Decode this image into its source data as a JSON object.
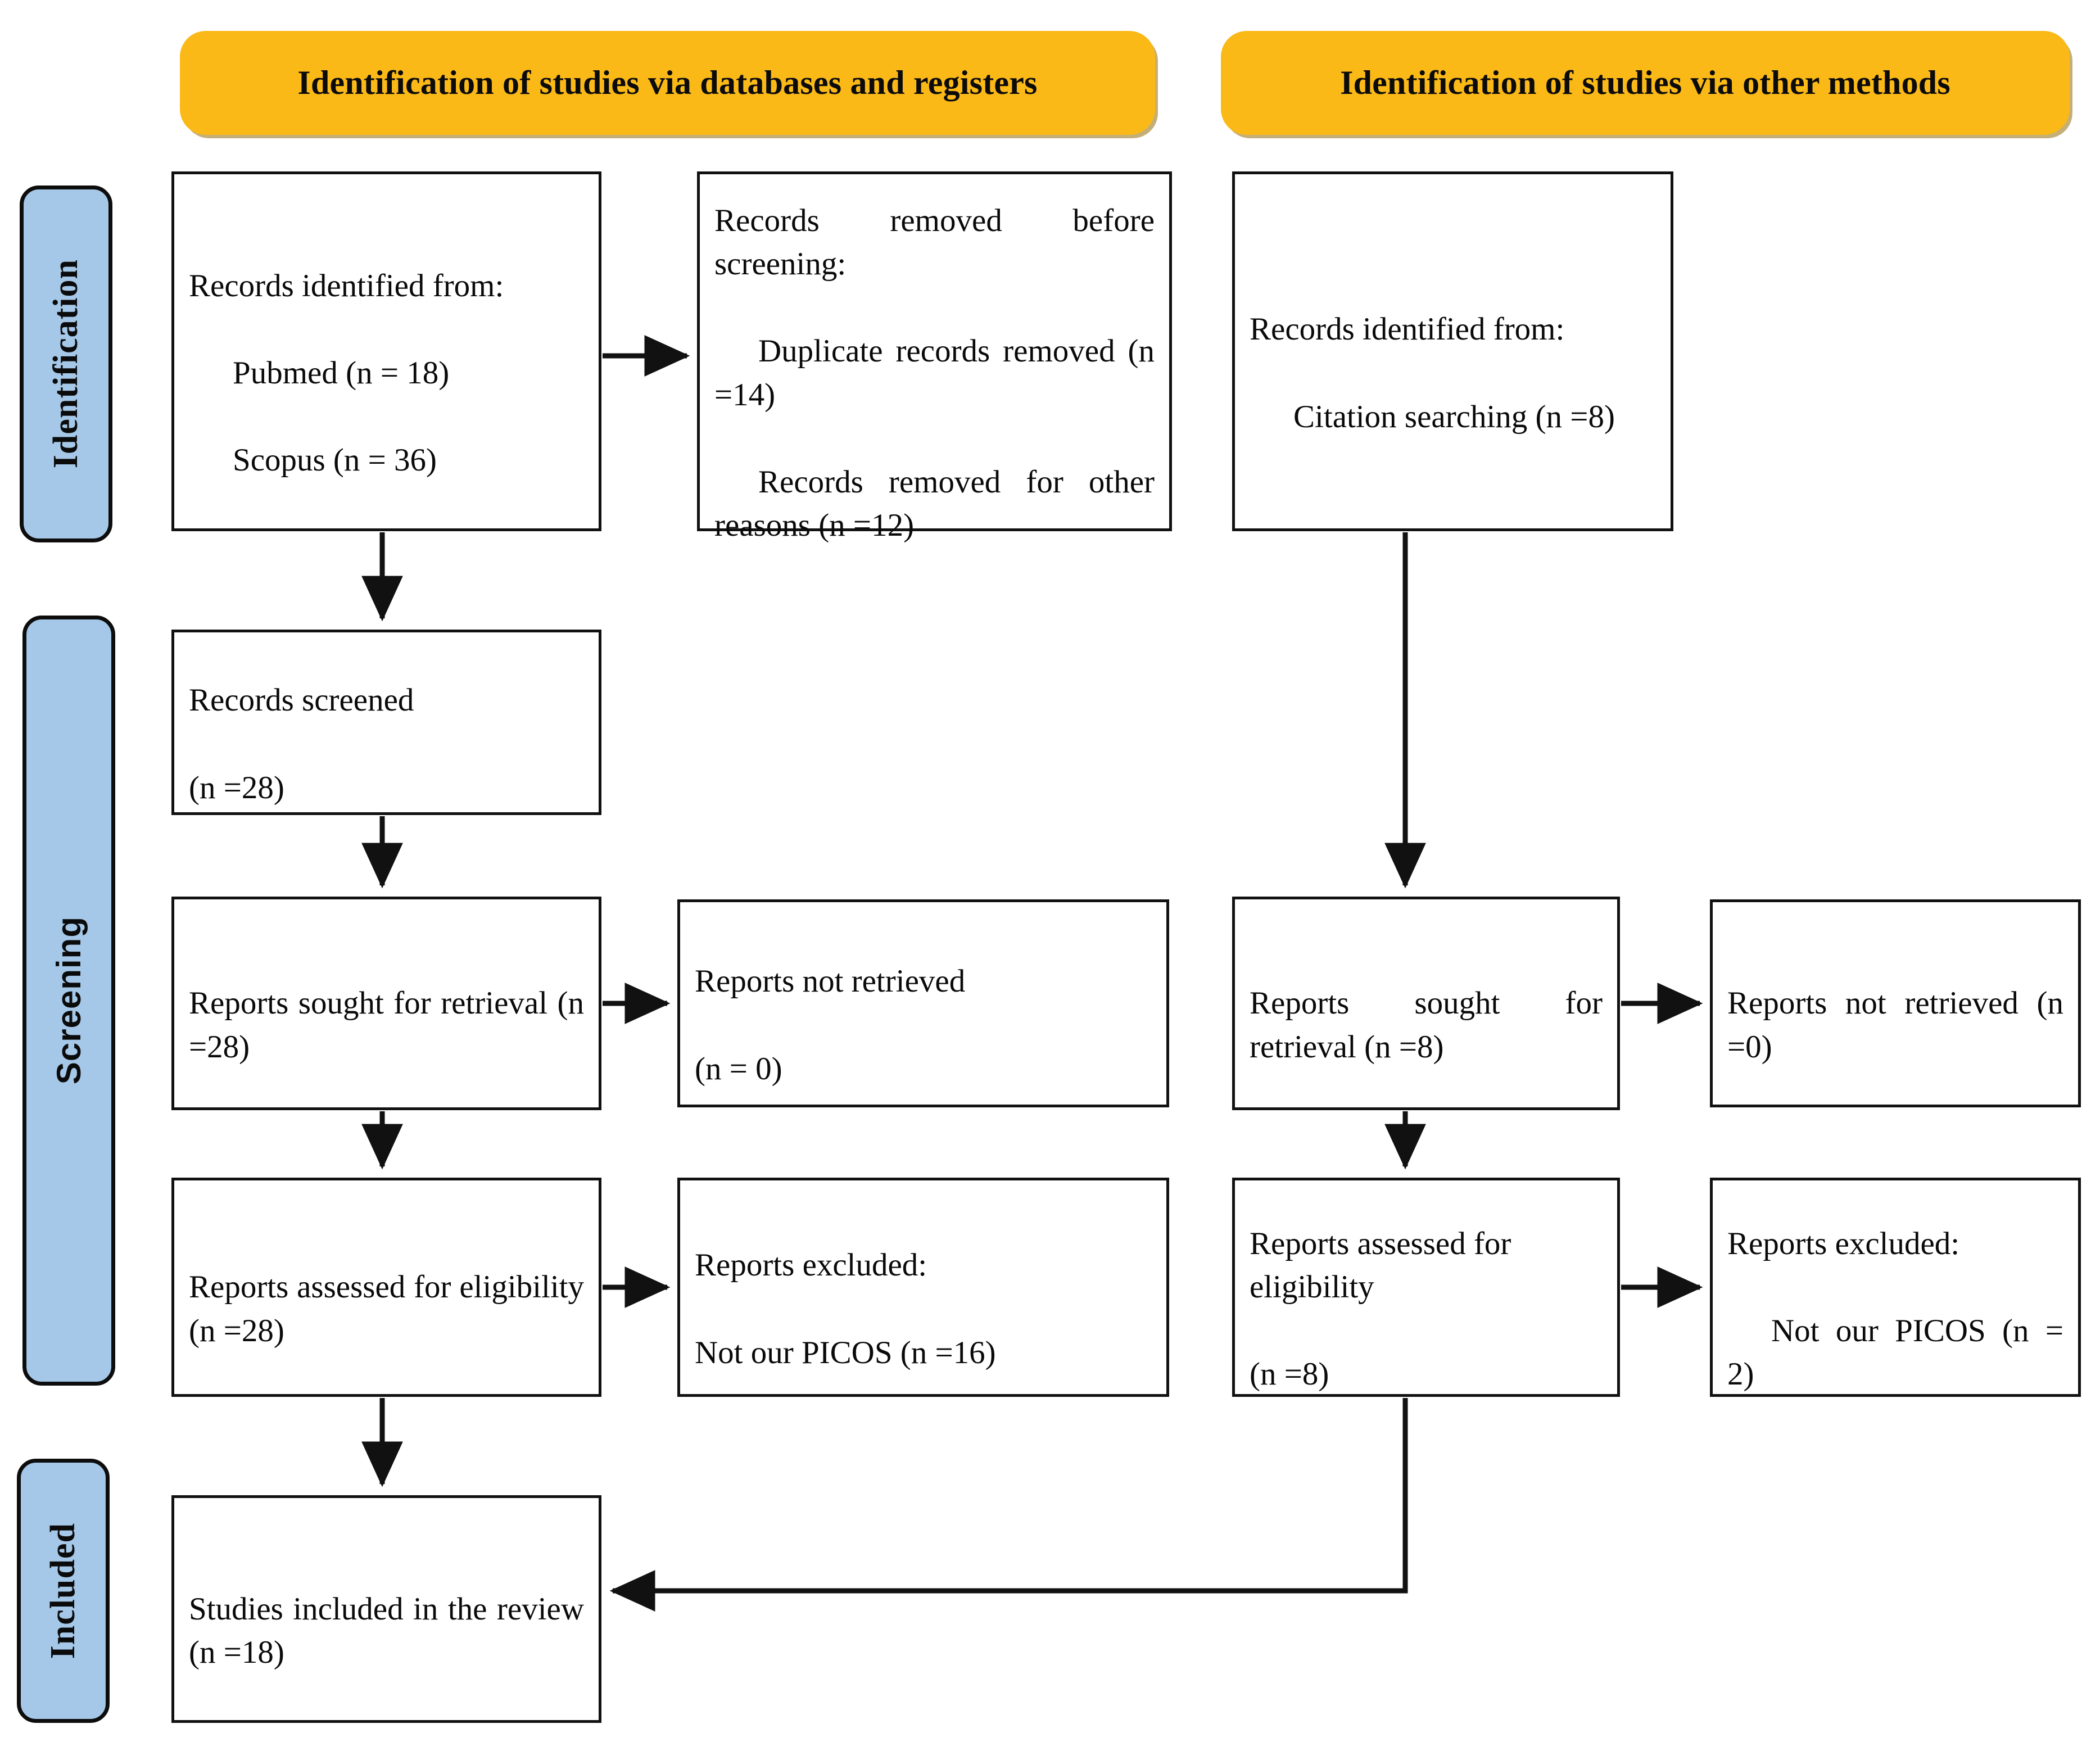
{
  "banners": [
    {
      "id": "databases",
      "label": "Identification of studies via databases and registers"
    },
    {
      "id": "other",
      "label": "Identification of studies via other methods"
    }
  ],
  "stages": [
    {
      "id": "identification",
      "label": "Identification"
    },
    {
      "id": "screening",
      "label": "Screening"
    },
    {
      "id": "included",
      "label": "Included"
    }
  ],
  "boxes": {
    "records_identified_db": {
      "line1": "Records identified from:",
      "line2": "Pubmed (n = 18)",
      "line3": "Scopus (n = 36)"
    },
    "records_removed": {
      "line1": "Records removed before screening:",
      "line2": "Duplicate records removed (n =14)",
      "line3": "Records removed for other reasons (n =12)"
    },
    "records_identified_other": {
      "line1": "Records identified from:",
      "line2": "Citation searching (n =8)"
    },
    "records_screened": {
      "line1": "Records screened",
      "line2": "(n =28)"
    },
    "reports_sought_db": {
      "line1": "Reports sought for retrieval (n =28)"
    },
    "reports_not_retrieved_db": {
      "line1": "Reports not retrieved",
      "line2": "(n = 0)"
    },
    "reports_sought_other": {
      "line1": "Reports sought for retrieval (n =8)"
    },
    "reports_not_retrieved_other": {
      "line1": "Reports not retrieved (n =0)"
    },
    "reports_assessed_db": {
      "line1": "Reports assessed for eligibility  (n =28)"
    },
    "reports_excluded_db": {
      "line1": "Reports excluded:",
      "line2": "Not our PICOS (n =16)"
    },
    "reports_assessed_other": {
      "line1": "Reports assessed for eligibility",
      "line2": "(n =8)"
    },
    "reports_excluded_other": {
      "line1": "Reports excluded:",
      "line2": "Not our PICOS (n = 2)"
    },
    "studies_included": {
      "line1": "Studies included in the review (n =18)"
    }
  },
  "colors": {
    "banner_fill": "#FBB917",
    "stage_chip_fill": "#A6C8E8",
    "box_border": "#111111",
    "text": "#0a0a0a",
    "connector": "#111111"
  },
  "chart_data": {
    "type": "diagram",
    "title": "PRISMA 2020 flow diagram",
    "nodes": [
      {
        "id": "records_identified_db",
        "stage": "Identification",
        "column": "databases",
        "n": {
          "Pubmed": 18,
          "Scopus": 36
        }
      },
      {
        "id": "records_removed",
        "stage": "Identification",
        "column": "databases",
        "n": {
          "duplicates_removed": 14,
          "other_reasons_removed": 12
        }
      },
      {
        "id": "records_identified_other",
        "stage": "Identification",
        "column": "other",
        "n": {
          "citation_searching": 8
        }
      },
      {
        "id": "records_screened",
        "stage": "Screening",
        "column": "databases",
        "n": 28
      },
      {
        "id": "reports_sought_db",
        "stage": "Screening",
        "column": "databases",
        "n": 28
      },
      {
        "id": "reports_not_retrieved_db",
        "stage": "Screening",
        "column": "databases",
        "n": 0
      },
      {
        "id": "reports_assessed_db",
        "stage": "Screening",
        "column": "databases",
        "n": 28
      },
      {
        "id": "reports_excluded_db",
        "stage": "Screening",
        "column": "databases",
        "n": 16
      },
      {
        "id": "reports_sought_other",
        "stage": "Screening",
        "column": "other",
        "n": 8
      },
      {
        "id": "reports_not_retrieved_other",
        "stage": "Screening",
        "column": "other",
        "n": 0
      },
      {
        "id": "reports_assessed_other",
        "stage": "Screening",
        "column": "other",
        "n": 8
      },
      {
        "id": "reports_excluded_other",
        "stage": "Screening",
        "column": "other",
        "n": 2
      },
      {
        "id": "studies_included",
        "stage": "Included",
        "column": "databases",
        "n": 18
      }
    ],
    "edges": [
      {
        "from": "records_identified_db",
        "to": "records_removed",
        "dir": "right"
      },
      {
        "from": "records_identified_db",
        "to": "records_screened",
        "dir": "down"
      },
      {
        "from": "records_screened",
        "to": "reports_sought_db",
        "dir": "down"
      },
      {
        "from": "reports_sought_db",
        "to": "reports_not_retrieved_db",
        "dir": "right"
      },
      {
        "from": "reports_sought_db",
        "to": "reports_assessed_db",
        "dir": "down"
      },
      {
        "from": "reports_assessed_db",
        "to": "reports_excluded_db",
        "dir": "right"
      },
      {
        "from": "reports_assessed_db",
        "to": "studies_included",
        "dir": "down"
      },
      {
        "from": "records_identified_other",
        "to": "reports_sought_other",
        "dir": "down"
      },
      {
        "from": "reports_sought_other",
        "to": "reports_not_retrieved_other",
        "dir": "right"
      },
      {
        "from": "reports_sought_other",
        "to": "reports_assessed_other",
        "dir": "down"
      },
      {
        "from": "reports_assessed_other",
        "to": "reports_excluded_other",
        "dir": "right"
      },
      {
        "from": "reports_assessed_other",
        "to": "studies_included",
        "dir": "left-elbow"
      }
    ]
  }
}
